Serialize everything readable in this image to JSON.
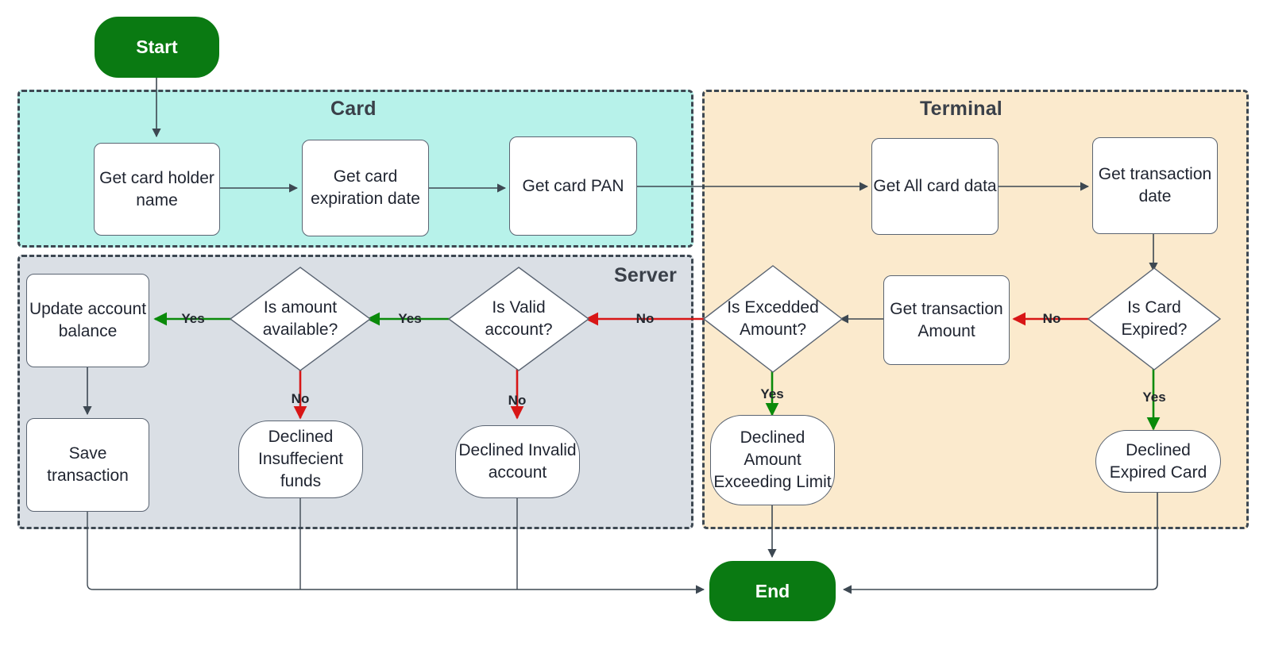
{
  "diagram": {
    "title": "Card Payment Transaction Flowchart",
    "type": "flowchart",
    "colors": {
      "card_lane_bg": "#b7f2ea",
      "server_lane_bg": "#dadfe5",
      "terminal_lane_bg": "#fbeacd",
      "lane_border": "#3d4852",
      "start_end_fill": "#0a7a12",
      "node_fill": "#ffffff",
      "node_border": "#5a6472",
      "yes_edge": "#0a8a0a",
      "no_edge": "#d81616",
      "plain_edge": "#3d4852",
      "text": "#1f2430"
    }
  },
  "lanes": [
    {
      "id": "card",
      "title": "Card"
    },
    {
      "id": "server",
      "title": "Server"
    },
    {
      "id": "terminal",
      "title": "Terminal"
    }
  ],
  "nodes": {
    "start": {
      "label": "Start",
      "shape": "stadium"
    },
    "end": {
      "label": "End",
      "shape": "stadium"
    },
    "get_card_holder_name": {
      "label": "Get card holder name",
      "shape": "process",
      "lane": "card"
    },
    "get_card_expiration_date": {
      "label": "Get card expiration date",
      "shape": "process",
      "lane": "card"
    },
    "get_card_pan": {
      "label": "Get card PAN",
      "shape": "process",
      "lane": "card"
    },
    "get_all_card_data": {
      "label": "Get All card data",
      "shape": "process",
      "lane": "terminal"
    },
    "get_transaction_date": {
      "label": "Get transaction date",
      "shape": "process",
      "lane": "terminal"
    },
    "is_card_expired": {
      "label": "Is Card Expired?",
      "shape": "decision",
      "lane": "terminal"
    },
    "get_transaction_amount": {
      "label": "Get transaction Amount",
      "shape": "process",
      "lane": "terminal"
    },
    "is_exceeded_amount": {
      "label": "Is Excedded Amount?",
      "shape": "decision",
      "lane": "terminal"
    },
    "declined_amount_exceeding_limit": {
      "label": "Declined Amount Exceeding Limit",
      "shape": "terminator",
      "lane": "terminal"
    },
    "declined_expired_card": {
      "label": "Declined Expired Card",
      "shape": "terminator",
      "lane": "terminal"
    },
    "is_valid_account": {
      "label": "Is Valid account?",
      "shape": "decision",
      "lane": "server"
    },
    "is_amount_available": {
      "label": "Is amount available?",
      "shape": "decision",
      "lane": "server"
    },
    "update_account_balance": {
      "label": "Update account balance",
      "shape": "process",
      "lane": "server"
    },
    "save_transaction": {
      "label": "Save transaction",
      "shape": "process",
      "lane": "server"
    },
    "declined_insufficient_funds": {
      "label": "Declined Insuffecient funds",
      "shape": "terminator",
      "lane": "server"
    },
    "declined_invalid_account": {
      "label": "Declined Invalid account",
      "shape": "terminator",
      "lane": "server"
    }
  },
  "edge_labels": {
    "card_expired_no": "No",
    "card_expired_yes": "Yes",
    "exceeded_amount_no": "No",
    "exceeded_amount_yes": "Yes",
    "valid_account_yes": "Yes",
    "valid_account_no": "No",
    "amount_available_yes": "Yes",
    "amount_available_no": "No"
  },
  "edges": [
    {
      "from": "start",
      "to": "get_card_holder_name",
      "label": "",
      "kind": "plain"
    },
    {
      "from": "get_card_holder_name",
      "to": "get_card_expiration_date",
      "label": "",
      "kind": "plain"
    },
    {
      "from": "get_card_expiration_date",
      "to": "get_card_pan",
      "label": "",
      "kind": "plain"
    },
    {
      "from": "get_card_pan",
      "to": "get_all_card_data",
      "label": "",
      "kind": "plain"
    },
    {
      "from": "get_all_card_data",
      "to": "get_transaction_date",
      "label": "",
      "kind": "plain"
    },
    {
      "from": "get_transaction_date",
      "to": "is_card_expired",
      "label": "",
      "kind": "plain"
    },
    {
      "from": "is_card_expired",
      "to": "get_transaction_amount",
      "label": "No",
      "kind": "no"
    },
    {
      "from": "is_card_expired",
      "to": "declined_expired_card",
      "label": "Yes",
      "kind": "yes"
    },
    {
      "from": "get_transaction_amount",
      "to": "is_exceeded_amount",
      "label": "",
      "kind": "plain"
    },
    {
      "from": "is_exceeded_amount",
      "to": "is_valid_account",
      "label": "No",
      "kind": "no"
    },
    {
      "from": "is_exceeded_amount",
      "to": "declined_amount_exceeding_limit",
      "label": "Yes",
      "kind": "yes"
    },
    {
      "from": "is_valid_account",
      "to": "is_amount_available",
      "label": "Yes",
      "kind": "yes"
    },
    {
      "from": "is_valid_account",
      "to": "declined_invalid_account",
      "label": "No",
      "kind": "no"
    },
    {
      "from": "is_amount_available",
      "to": "update_account_balance",
      "label": "Yes",
      "kind": "yes"
    },
    {
      "from": "is_amount_available",
      "to": "declined_insufficient_funds",
      "label": "No",
      "kind": "no"
    },
    {
      "from": "update_account_balance",
      "to": "save_transaction",
      "label": "",
      "kind": "plain"
    },
    {
      "from": "save_transaction",
      "to": "end",
      "label": "",
      "kind": "plain"
    },
    {
      "from": "declined_insufficient_funds",
      "to": "end",
      "label": "",
      "kind": "plain"
    },
    {
      "from": "declined_invalid_account",
      "to": "end",
      "label": "",
      "kind": "plain"
    },
    {
      "from": "declined_amount_exceeding_limit",
      "to": "end",
      "label": "",
      "kind": "plain"
    },
    {
      "from": "declined_expired_card",
      "to": "end",
      "label": "",
      "kind": "plain"
    }
  ]
}
